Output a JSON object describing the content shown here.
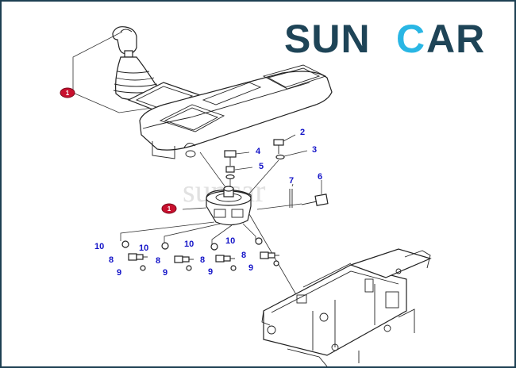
{
  "brand": {
    "text_left": "SUN",
    "text_c": "C",
    "text_right": "AR",
    "color_main": "#1e4457",
    "color_accent": "#29b6e4"
  },
  "watermark": "suncar",
  "callouts": [
    {
      "label": "1"
    },
    {
      "label": "1"
    }
  ],
  "part_labels": [
    "2",
    "3",
    "4",
    "5",
    "6",
    "7",
    "10",
    "10",
    "10",
    "10",
    "8",
    "8",
    "8",
    "8",
    "9",
    "9",
    "9",
    "9"
  ],
  "colors": {
    "label_blue": "#1414c8",
    "callout_red": "#c8102e",
    "border": "#1d3f52"
  }
}
